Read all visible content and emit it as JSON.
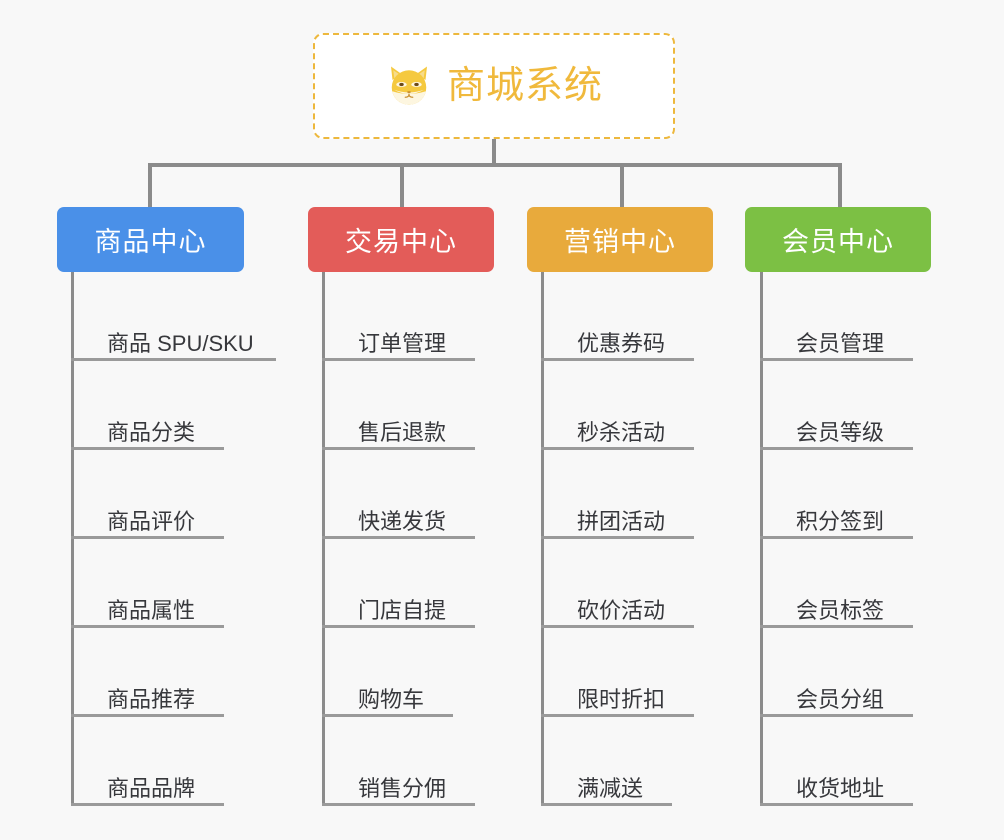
{
  "canvas": {
    "background": "#f8f8f8",
    "connector_color": "#8b8b8b",
    "underline_color": "#9a9a9a"
  },
  "root": {
    "title": "商城系统",
    "icon": "shiba-dog-icon",
    "text_color": "#f0b93c",
    "border_color": "#edb83d",
    "fill": "#ffffff"
  },
  "columns": [
    {
      "id": "product-center",
      "label": "商品中心",
      "color": "#4a90e8",
      "items": [
        "商品 SPU/SKU",
        "商品分类",
        "商品评价",
        "商品属性",
        "商品推荐",
        "商品品牌"
      ]
    },
    {
      "id": "trade-center",
      "label": "交易中心",
      "color": "#e35c59",
      "items": [
        "订单管理",
        "售后退款",
        "快递发货",
        "门店自提",
        "购物车",
        "销售分佣"
      ]
    },
    {
      "id": "marketing-center",
      "label": "营销中心",
      "color": "#e8aa3c",
      "items": [
        "优惠券码",
        "秒杀活动",
        "拼团活动",
        "砍价活动",
        "限时折扣",
        "满减送"
      ]
    },
    {
      "id": "member-center",
      "label": "会员中心",
      "color": "#7cc044",
      "items": [
        "会员管理",
        "会员等级",
        "积分签到",
        "会员标签",
        "会员分组",
        "收货地址"
      ]
    }
  ]
}
